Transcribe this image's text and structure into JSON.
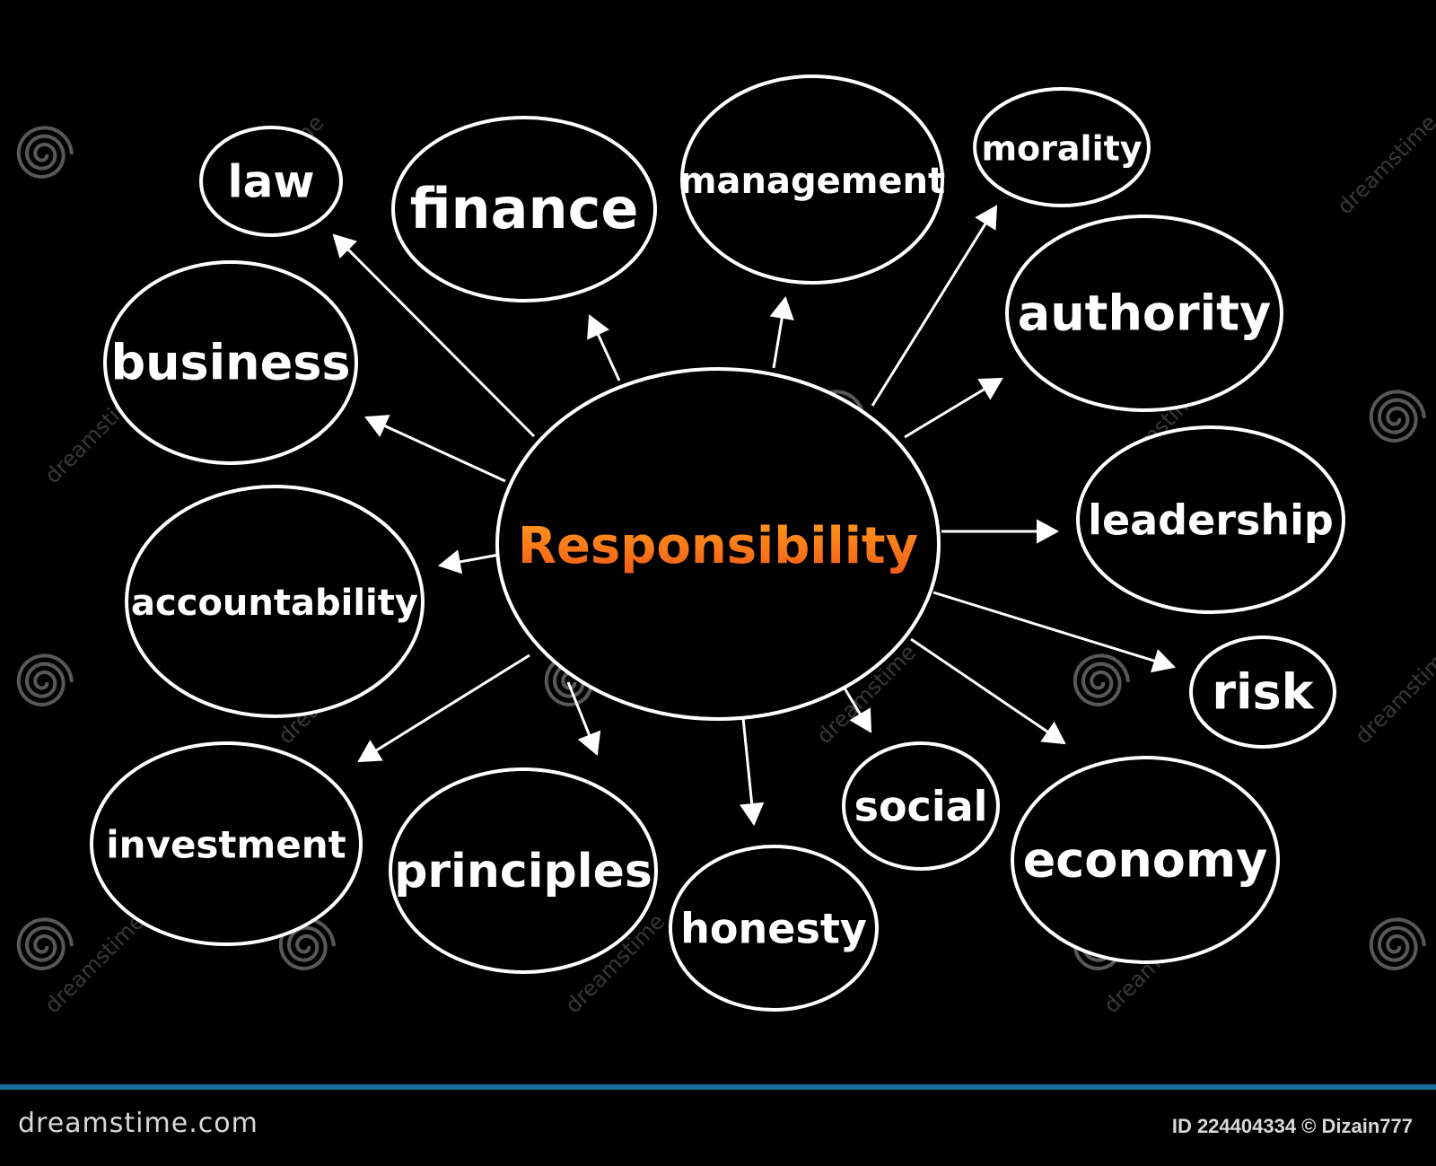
{
  "diagram": {
    "center": {
      "label": "Responsibility",
      "color_start": "#ff9b1a",
      "color_end": "#f25a1a"
    },
    "nodes": [
      {
        "id": "law",
        "label": "law"
      },
      {
        "id": "finance",
        "label": "finance"
      },
      {
        "id": "management",
        "label": "management"
      },
      {
        "id": "morality",
        "label": "morality"
      },
      {
        "id": "business",
        "label": "business"
      },
      {
        "id": "authority",
        "label": "authority"
      },
      {
        "id": "accountability",
        "label": "accountability"
      },
      {
        "id": "leadership",
        "label": "leadership"
      },
      {
        "id": "risk",
        "label": "risk"
      },
      {
        "id": "investment",
        "label": "investment"
      },
      {
        "id": "principles",
        "label": "principles"
      },
      {
        "id": "honesty",
        "label": "honesty"
      },
      {
        "id": "social",
        "label": "social"
      },
      {
        "id": "economy",
        "label": "economy"
      }
    ],
    "background": "#000000",
    "stroke_color": "#ffffff"
  },
  "watermark": {
    "text": "dreamstime",
    "icon": "spiral-logo-icon"
  },
  "footer": {
    "logo_text": "dreamstime.com",
    "credit_text": "ID 224404334 © Dizain777",
    "accent": "#1a6f97"
  }
}
